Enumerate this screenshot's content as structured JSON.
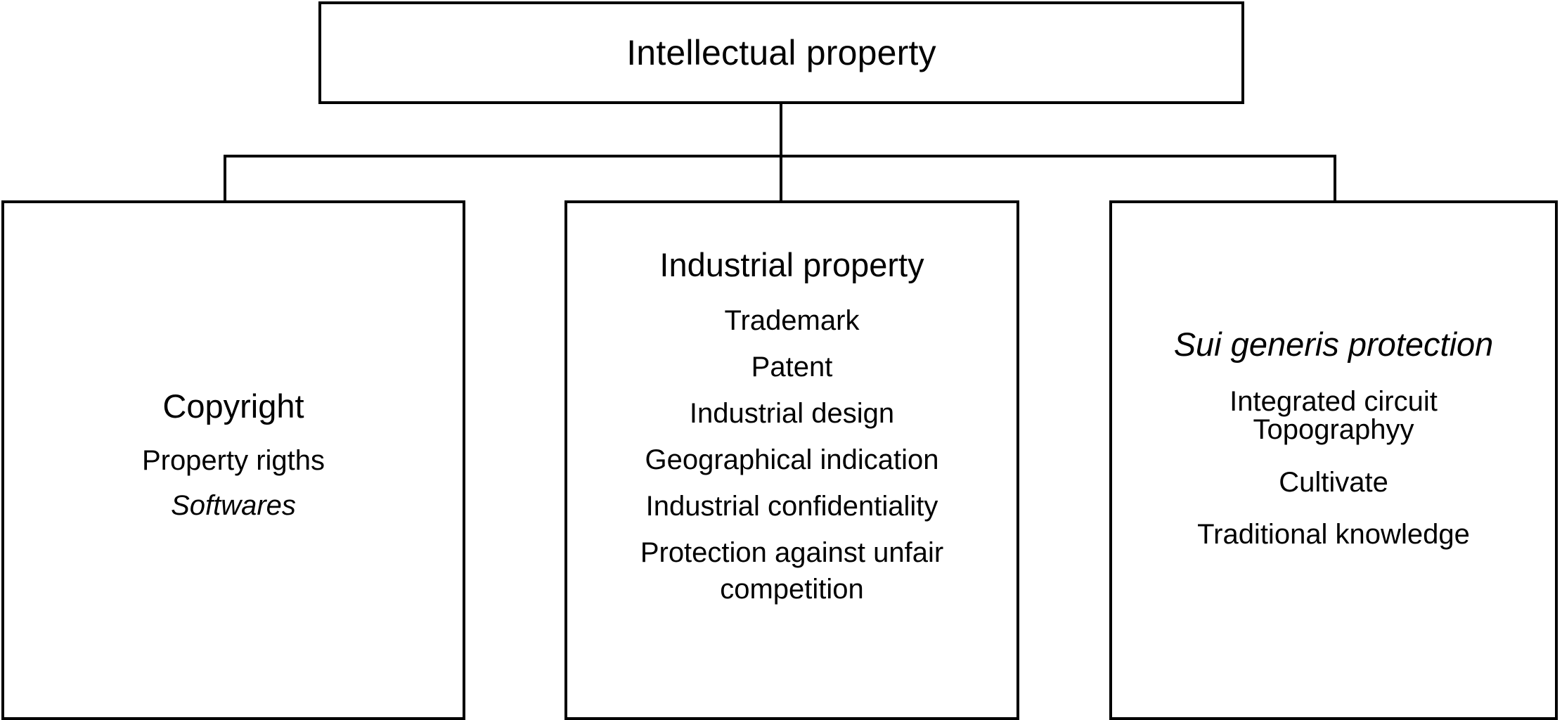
{
  "diagram": {
    "type": "hierarchy-tree",
    "orientation": "top-down",
    "line_color": "#000000",
    "box_fill": "#ffffff",
    "text_color": "#000000",
    "root": {
      "label": "Intellectual property"
    },
    "branches": [
      {
        "id": "copyright",
        "title": "Copyright",
        "title_style": "normal",
        "items": [
          {
            "text": "Property rigths",
            "style": "normal"
          },
          {
            "text": "Softwares",
            "style": "italic"
          }
        ]
      },
      {
        "id": "industrial-property",
        "title": "Industrial property",
        "title_style": "normal",
        "items": [
          {
            "text": "Trademark",
            "style": "normal"
          },
          {
            "text": "Patent",
            "style": "normal"
          },
          {
            "text": "Industrial design",
            "style": "normal"
          },
          {
            "text": "Geographical indication",
            "style": "normal"
          },
          {
            "text": "Industrial confidentiality",
            "style": "normal"
          },
          {
            "text": "Protection against unfair competition",
            "style": "normal"
          }
        ]
      },
      {
        "id": "sui-generis-protection",
        "title": "Sui generis protection",
        "title_style": "italic",
        "items": [
          {
            "text": "Integrated circuit",
            "style": "normal"
          },
          {
            "text": "Topographyy",
            "style": "normal"
          },
          {
            "text": "Cultivate",
            "style": "normal"
          },
          {
            "text": "Traditional knowledge",
            "style": "normal"
          }
        ]
      }
    ]
  }
}
